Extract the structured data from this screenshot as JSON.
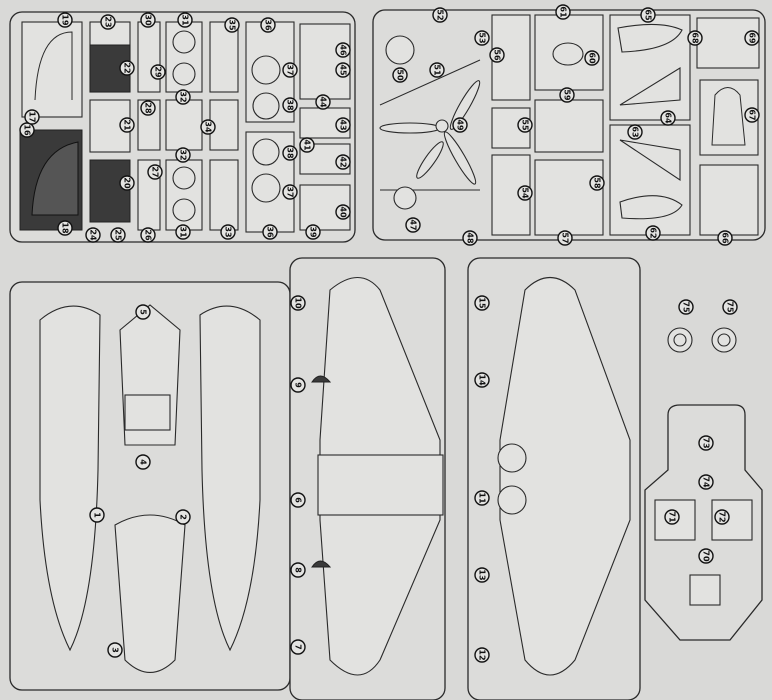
{
  "sheet": {
    "sprue_top_left": {
      "labels": [
        "19",
        "23",
        "30",
        "31",
        "35",
        "36",
        "46",
        "45",
        "44",
        "43",
        "41",
        "42",
        "40",
        "39",
        "36",
        "33",
        "31",
        "26",
        "25",
        "24",
        "18",
        "16",
        "17",
        "22",
        "29",
        "21",
        "28",
        "34",
        "32",
        "32",
        "27",
        "20",
        "37",
        "38",
        "38",
        "37"
      ]
    },
    "sprue_top_right": {
      "labels": [
        "52",
        "53",
        "50",
        "51",
        "56",
        "61",
        "60",
        "59",
        "49",
        "55",
        "65",
        "68",
        "69",
        "64",
        "67",
        "63",
        "58",
        "54",
        "47",
        "48",
        "57",
        "62",
        "66"
      ]
    },
    "sprue_fuselage": {
      "labels": [
        "5",
        "4",
        "1",
        "2",
        "3"
      ]
    },
    "sprue_lower_wing": {
      "labels": [
        "10",
        "9",
        "6",
        "8",
        "7"
      ]
    },
    "sprue_upper_wing": {
      "labels": [
        "15",
        "14",
        "11",
        "13",
        "12"
      ]
    },
    "sprue_small_parts": {
      "labels": [
        "75",
        "75",
        "73",
        "74",
        "71",
        "72",
        "70"
      ]
    }
  },
  "colors": {
    "paper": "#d9d9d7",
    "ink": "#2a2a2a",
    "dark_panel": "#3a3a3a"
  }
}
